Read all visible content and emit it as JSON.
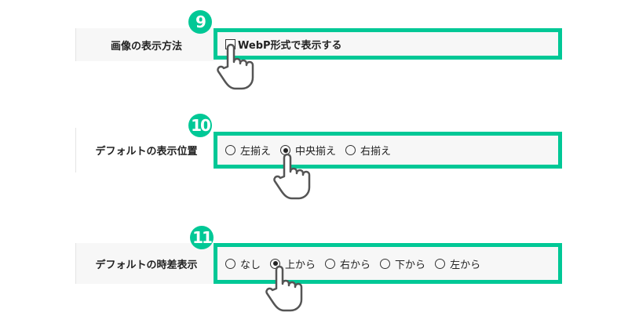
{
  "rows": [
    {
      "badge": "9",
      "label": "画像の表示方法",
      "checkbox": {
        "label": "WebP形式で表示する",
        "checked": false
      }
    },
    {
      "badge": "10",
      "label": "デフォルトの表示位置",
      "options": [
        "左揃え",
        "中央揃え",
        "右揃え"
      ],
      "selected": "中央揃え"
    },
    {
      "badge": "11",
      "label": "デフォルトの時差表示",
      "options": [
        "なし",
        "上から",
        "右から",
        "下から",
        "左から"
      ],
      "selected": "上から"
    }
  ],
  "accent": "#00c896"
}
